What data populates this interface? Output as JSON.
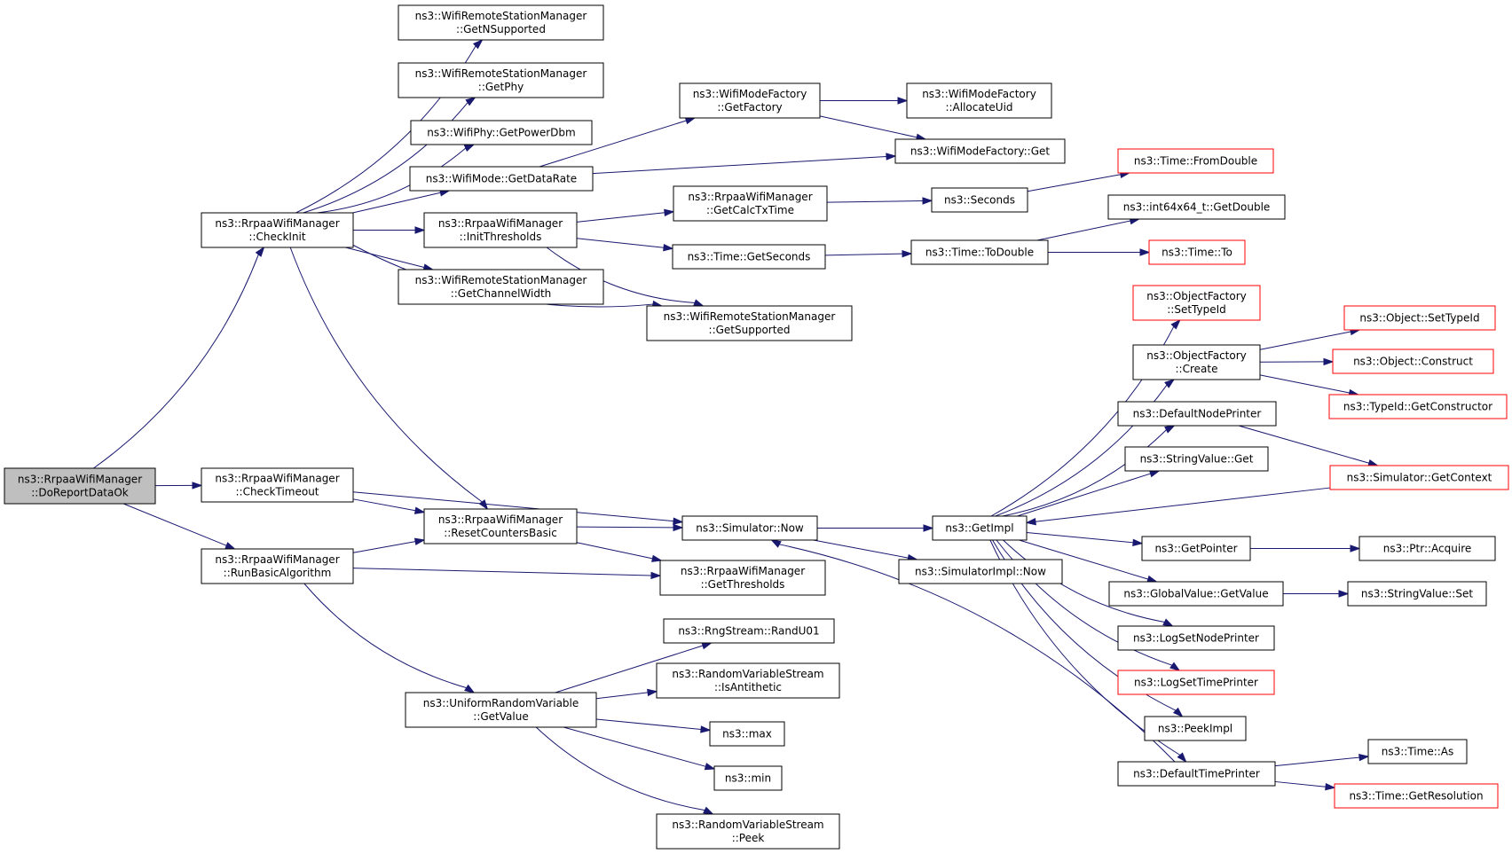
{
  "colors": {
    "edge": "#191970",
    "missing_border": "#ff0000",
    "root_fill": "#bfbfbf"
  },
  "nodes": [
    {
      "id": "doreport",
      "lines": [
        "ns3::RrpaaWifiManager",
        "::DoReportDataOk"
      ],
      "style": "root"
    },
    {
      "id": "checkinit",
      "lines": [
        "ns3::RrpaaWifiManager",
        "::CheckInit"
      ],
      "style": "normal"
    },
    {
      "id": "checktimeout",
      "lines": [
        "ns3::RrpaaWifiManager",
        "::CheckTimeout"
      ],
      "style": "normal"
    },
    {
      "id": "runbasic",
      "lines": [
        "ns3::RrpaaWifiManager",
        "::RunBasicAlgorithm"
      ],
      "style": "normal"
    },
    {
      "id": "getnsupported",
      "lines": [
        "ns3::WifiRemoteStationManager",
        "::GetNSupported"
      ],
      "style": "normal"
    },
    {
      "id": "getphy",
      "lines": [
        "ns3::WifiRemoteStationManager",
        "::GetPhy"
      ],
      "style": "normal"
    },
    {
      "id": "getpowerdbm",
      "lines": [
        "ns3::WifiPhy::GetPowerDbm"
      ],
      "style": "normal"
    },
    {
      "id": "getdatarate",
      "lines": [
        "ns3::WifiMode::GetDataRate"
      ],
      "style": "normal"
    },
    {
      "id": "initthresholds",
      "lines": [
        "ns3::RrpaaWifiManager",
        "::InitThresholds"
      ],
      "style": "normal"
    },
    {
      "id": "getchannelwidth",
      "lines": [
        "ns3::WifiRemoteStationManager",
        "::GetChannelWidth"
      ],
      "style": "normal"
    },
    {
      "id": "getsupported",
      "lines": [
        "ns3::WifiRemoteStationManager",
        "::GetSupported"
      ],
      "style": "normal"
    },
    {
      "id": "resetcounters",
      "lines": [
        "ns3::RrpaaWifiManager",
        "::ResetCountersBasic"
      ],
      "style": "normal"
    },
    {
      "id": "uniformgetvalue",
      "lines": [
        "ns3::UniformRandomVariable",
        "::GetValue"
      ],
      "style": "normal"
    },
    {
      "id": "getfactory",
      "lines": [
        "ns3::WifiModeFactory",
        "::GetFactory"
      ],
      "style": "normal"
    },
    {
      "id": "allocateuid",
      "lines": [
        "ns3::WifiModeFactory",
        "::AllocateUid"
      ],
      "style": "normal"
    },
    {
      "id": "wmfget",
      "lines": [
        "ns3::WifiModeFactory::Get"
      ],
      "style": "normal"
    },
    {
      "id": "getcalctxtime",
      "lines": [
        "ns3::RrpaaWifiManager",
        "::GetCalcTxTime"
      ],
      "style": "normal"
    },
    {
      "id": "timegetseconds",
      "lines": [
        "ns3::Time::GetSeconds"
      ],
      "style": "normal"
    },
    {
      "id": "seconds",
      "lines": [
        "ns3::Seconds"
      ],
      "style": "normal"
    },
    {
      "id": "fromdouble",
      "lines": [
        "ns3::Time::FromDouble"
      ],
      "style": "missing"
    },
    {
      "id": "int64getdouble",
      "lines": [
        "ns3::int64x64_t::GetDouble"
      ],
      "style": "normal"
    },
    {
      "id": "todouble",
      "lines": [
        "ns3::Time::ToDouble"
      ],
      "style": "normal"
    },
    {
      "id": "timeto",
      "lines": [
        "ns3::Time::To"
      ],
      "style": "missing"
    },
    {
      "id": "simnow",
      "lines": [
        "ns3::Simulator::Now"
      ],
      "style": "normal"
    },
    {
      "id": "getthresholds",
      "lines": [
        "ns3::RrpaaWifiManager",
        "::GetThresholds"
      ],
      "style": "normal"
    },
    {
      "id": "simimplnow",
      "lines": [
        "ns3::SimulatorImpl::Now"
      ],
      "style": "normal"
    },
    {
      "id": "getimpl",
      "lines": [
        "ns3::GetImpl"
      ],
      "style": "normal"
    },
    {
      "id": "settypeid",
      "lines": [
        "ns3::ObjectFactory",
        "::SetTypeId"
      ],
      "style": "missing"
    },
    {
      "id": "ofcreate",
      "lines": [
        "ns3::ObjectFactory",
        "::Create"
      ],
      "style": "normal"
    },
    {
      "id": "objsettypeid",
      "lines": [
        "ns3::Object::SetTypeId"
      ],
      "style": "missing"
    },
    {
      "id": "objconstruct",
      "lines": [
        "ns3::Object::Construct"
      ],
      "style": "missing"
    },
    {
      "id": "getconstructor",
      "lines": [
        "ns3::TypeId::GetConstructor"
      ],
      "style": "missing"
    },
    {
      "id": "defaultnodeprinter",
      "lines": [
        "ns3::DefaultNodePrinter"
      ],
      "style": "normal"
    },
    {
      "id": "stringvalueget",
      "lines": [
        "ns3::StringValue::Get"
      ],
      "style": "normal"
    },
    {
      "id": "getcontext",
      "lines": [
        "ns3::Simulator::GetContext"
      ],
      "style": "missing"
    },
    {
      "id": "getpointer",
      "lines": [
        "ns3::GetPointer"
      ],
      "style": "normal"
    },
    {
      "id": "ptracquire",
      "lines": [
        "ns3::Ptr::Acquire"
      ],
      "style": "normal"
    },
    {
      "id": "gvgetvalue",
      "lines": [
        "ns3::GlobalValue::GetValue"
      ],
      "style": "normal"
    },
    {
      "id": "stringvalueset",
      "lines": [
        "ns3::StringValue::Set"
      ],
      "style": "normal"
    },
    {
      "id": "logsetnodeprinter",
      "lines": [
        "ns3::LogSetNodePrinter"
      ],
      "style": "normal"
    },
    {
      "id": "logsettimeprinter",
      "lines": [
        "ns3::LogSetTimePrinter"
      ],
      "style": "missing"
    },
    {
      "id": "peekimpl",
      "lines": [
        "ns3::PeekImpl"
      ],
      "style": "normal"
    },
    {
      "id": "defaulttimeprinter",
      "lines": [
        "ns3::DefaultTimePrinter"
      ],
      "style": "normal"
    },
    {
      "id": "timeas",
      "lines": [
        "ns3::Time::As"
      ],
      "style": "normal"
    },
    {
      "id": "getresolution",
      "lines": [
        "ns3::Time::GetResolution"
      ],
      "style": "missing"
    },
    {
      "id": "randu01",
      "lines": [
        "ns3::RngStream::RandU01"
      ],
      "style": "normal"
    },
    {
      "id": "isantithetic",
      "lines": [
        "ns3::RandomVariableStream",
        "::IsAntithetic"
      ],
      "style": "normal"
    },
    {
      "id": "max",
      "lines": [
        "ns3::max"
      ],
      "style": "normal"
    },
    {
      "id": "min",
      "lines": [
        "ns3::min"
      ],
      "style": "normal"
    },
    {
      "id": "rvspeek",
      "lines": [
        "ns3::RandomVariableStream",
        "::Peek"
      ],
      "style": "normal"
    }
  ],
  "edges": [
    [
      "doreport",
      "checkinit"
    ],
    [
      "doreport",
      "checktimeout"
    ],
    [
      "doreport",
      "runbasic"
    ],
    [
      "checkinit",
      "getnsupported"
    ],
    [
      "checkinit",
      "getphy"
    ],
    [
      "checkinit",
      "getpowerdbm"
    ],
    [
      "checkinit",
      "getdatarate"
    ],
    [
      "checkinit",
      "initthresholds"
    ],
    [
      "checkinit",
      "getchannelwidth"
    ],
    [
      "checkinit",
      "getsupported"
    ],
    [
      "checkinit",
      "resetcounters"
    ],
    [
      "getdatarate",
      "getfactory"
    ],
    [
      "getdatarate",
      "wmfget"
    ],
    [
      "getfactory",
      "allocateuid"
    ],
    [
      "getfactory",
      "wmfget"
    ],
    [
      "initthresholds",
      "getcalctxtime"
    ],
    [
      "initthresholds",
      "timegetseconds"
    ],
    [
      "initthresholds",
      "getsupported"
    ],
    [
      "getcalctxtime",
      "seconds"
    ],
    [
      "seconds",
      "fromdouble"
    ],
    [
      "timegetseconds",
      "todouble"
    ],
    [
      "todouble",
      "int64getdouble"
    ],
    [
      "todouble",
      "timeto"
    ],
    [
      "checktimeout",
      "simnow"
    ],
    [
      "checktimeout",
      "resetcounters"
    ],
    [
      "resetcounters",
      "simnow"
    ],
    [
      "resetcounters",
      "getthresholds"
    ],
    [
      "runbasic",
      "resetcounters"
    ],
    [
      "runbasic",
      "getthresholds"
    ],
    [
      "runbasic",
      "uniformgetvalue"
    ],
    [
      "simnow",
      "getimpl"
    ],
    [
      "simnow",
      "simimplnow"
    ],
    [
      "getimpl",
      "settypeid"
    ],
    [
      "getimpl",
      "ofcreate"
    ],
    [
      "getimpl",
      "defaultnodeprinter"
    ],
    [
      "getimpl",
      "stringvalueget"
    ],
    [
      "getimpl",
      "getpointer"
    ],
    [
      "getimpl",
      "gvgetvalue"
    ],
    [
      "getimpl",
      "logsetnodeprinter"
    ],
    [
      "getimpl",
      "logsettimeprinter"
    ],
    [
      "getimpl",
      "peekimpl"
    ],
    [
      "getimpl",
      "defaulttimeprinter"
    ],
    [
      "ofcreate",
      "objsettypeid"
    ],
    [
      "ofcreate",
      "objconstruct"
    ],
    [
      "ofcreate",
      "getconstructor"
    ],
    [
      "defaultnodeprinter",
      "getcontext"
    ],
    [
      "getcontext",
      "getimpl"
    ],
    [
      "getpointer",
      "ptracquire"
    ],
    [
      "gvgetvalue",
      "stringvalueset"
    ],
    [
      "defaulttimeprinter",
      "simnow"
    ],
    [
      "defaulttimeprinter",
      "timeas"
    ],
    [
      "defaulttimeprinter",
      "getresolution"
    ],
    [
      "uniformgetvalue",
      "randu01"
    ],
    [
      "uniformgetvalue",
      "isantithetic"
    ],
    [
      "uniformgetvalue",
      "max"
    ],
    [
      "uniformgetvalue",
      "min"
    ],
    [
      "uniformgetvalue",
      "rvspeek"
    ]
  ]
}
